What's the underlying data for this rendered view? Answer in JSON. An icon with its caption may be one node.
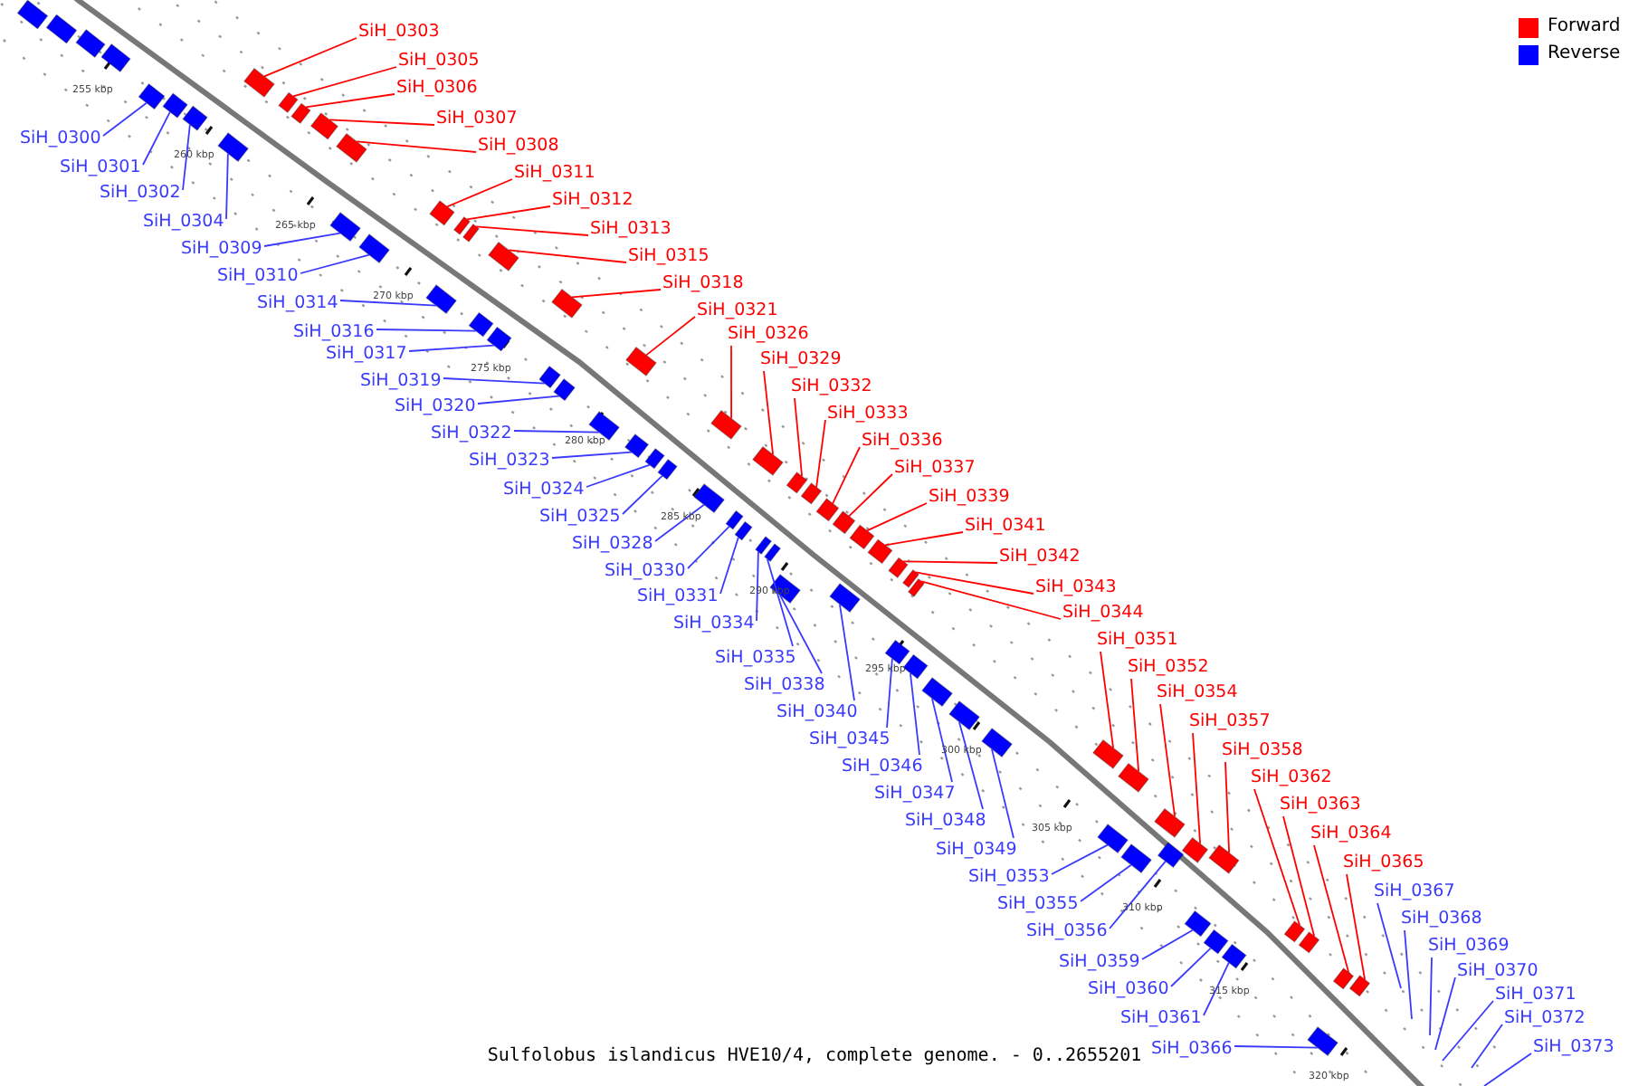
{
  "diagram": {
    "caption": "Sulfolobus islandicus HVE10/4, complete genome. - 0..2655201",
    "nodes": [
      {
        "text": [
          "SiH_0300"
        ]
      },
      {
        "text": [
          "SiH_0301"
        ]
      },
      {
        "text": [
          "SiH_0302"
        ]
      },
      {
        "text": [
          "SiH_0303"
        ]
      },
      {
        "text": [
          "SiH_0304"
        ]
      },
      {
        "text": [
          "SiH_0305"
        ]
      },
      {
        "text": [
          "SiH_0306"
        ]
      },
      {
        "text": [
          "SiH_0307"
        ]
      },
      {
        "text": [
          "SiH_0308"
        ]
      },
      {
        "text": [
          "SiH_0309"
        ]
      },
      {
        "text": [
          "SiH_0310"
        ]
      },
      {
        "text": [
          "SiH_0311"
        ]
      },
      {
        "text": [
          "SiH_0312"
        ]
      },
      {
        "text": [
          "SiH_0313"
        ]
      },
      {
        "text": [
          "SiH_0314"
        ]
      },
      {
        "text": [
          "SiH_0315"
        ]
      },
      {
        "text": [
          "SiH_0316"
        ]
      },
      {
        "text": [
          "SiH_0317"
        ]
      },
      {
        "text": [
          "SiH_0318"
        ]
      },
      {
        "text": [
          "SiH_0319"
        ]
      },
      {
        "text": [
          "SiH_0320"
        ]
      },
      {
        "text": [
          "SiH_0321"
        ]
      },
      {
        "text": [
          "SiH_0322"
        ]
      },
      {
        "text": [
          "SiH_0323"
        ]
      },
      {
        "text": [
          "SiH_0324"
        ]
      },
      {
        "text": [
          "SiH_0325"
        ]
      },
      {
        "text": [
          "SiH_0326"
        ]
      },
      {
        "text": [
          "SiH_0328"
        ]
      },
      {
        "text": [
          "SiH_0329"
        ]
      },
      {
        "text": [
          "SiH_0330"
        ]
      },
      {
        "text": [
          "SiH_0331"
        ]
      },
      {
        "text": [
          "SiH_0332"
        ]
      },
      {
        "text": [
          "SiH_0333"
        ]
      },
      {
        "text": [
          "SiH_0334"
        ]
      },
      {
        "text": [
          "SiH_0335"
        ]
      },
      {
        "text": [
          "SiH_0336"
        ]
      },
      {
        "text": [
          "SiH_0337"
        ]
      },
      {
        "text": [
          "SiH_0338"
        ]
      },
      {
        "text": [
          "SiH_0339"
        ]
      },
      {
        "text": [
          "SiH_0340"
        ]
      },
      {
        "text": [
          "SiH_0341"
        ]
      },
      {
        "text": [
          "SiH_0342"
        ]
      },
      {
        "text": [
          "SiH_0343"
        ]
      },
      {
        "text": [
          "SiH_0344"
        ]
      },
      {
        "text": [
          "SiH_0345"
        ]
      },
      {
        "text": [
          "SiH_0346"
        ]
      },
      {
        "text": [
          "SiH_0347"
        ]
      },
      {
        "text": [
          "SiH_0348"
        ]
      },
      {
        "text": [
          "SiH_0349"
        ]
      },
      {
        "text": [
          "SiH_0351"
        ]
      },
      {
        "text": [
          "SiH_0352"
        ]
      },
      {
        "text": [
          "SiH_0353"
        ]
      },
      {
        "text": [
          "SiH_0354"
        ]
      },
      {
        "text": [
          "SiH_0355"
        ]
      },
      {
        "text": [
          "SiH_0356"
        ]
      },
      {
        "text": [
          "SiH_0357"
        ]
      },
      {
        "text": [
          "SiH_0358"
        ]
      },
      {
        "text": [
          "SiH_0359"
        ]
      },
      {
        "text": [
          "SiH_0360"
        ]
      },
      {
        "text": [
          "SiH_0361"
        ]
      },
      {
        "text": [
          "SiH_0362"
        ]
      },
      {
        "text": [
          "SiH_0363"
        ]
      },
      {
        "text": [
          "SiH_0364"
        ]
      },
      {
        "text": [
          "SiH_0365"
        ]
      },
      {
        "text": [
          "SiH_0366"
        ]
      },
      {
        "text": [
          "SiH_0367"
        ]
      },
      {
        "text": [
          "SiH_0368"
        ]
      },
      {
        "text": [
          "SiH_0369"
        ]
      },
      {
        "text": [
          "SiH_0370"
        ]
      },
      {
        "text": [
          "SiH_0371"
        ]
      },
      {
        "text": [
          "SiH_0372"
        ]
      },
      {
        "text": [
          "SiH_0373"
        ]
      },
      {
        "text": [],
        "shape": "box"
      },
      {
        "text": [],
        "shape": "box"
      },
      {
        "text": [],
        "shape": "box"
      },
      {
        "text": [],
        "shape": "box"
      },
      {
        "text": [],
        "shape": "box"
      },
      {
        "text": [],
        "shape": "box"
      },
      {
        "text": [],
        "shape": "box"
      },
      {
        "text": [],
        "shape": "box"
      },
      {
        "text": [],
        "shape": "box"
      },
      {
        "text": [],
        "shape": "box"
      },
      {
        "text": [],
        "shape": "box"
      },
      {
        "text": [],
        "shape": "box"
      },
      {
        "text": [],
        "shape": "box"
      },
      {
        "text": [],
        "shape": "box"
      },
      {
        "text": [],
        "shape": "box"
      },
      {
        "text": [],
        "shape": "box"
      },
      {
        "text": [],
        "shape": "box"
      },
      {
        "text": [],
        "shape": "box"
      },
      {
        "text": [],
        "shape": "box"
      },
      {
        "text": [],
        "shape": "box"
      },
      {
        "text": [],
        "shape": "box"
      },
      {
        "text": [],
        "shape": "box"
      },
      {
        "text": [],
        "shape": "box"
      },
      {
        "text": [],
        "shape": "box"
      },
      {
        "text": [],
        "shape": "box"
      },
      {
        "text": [],
        "shape": "box"
      },
      {
        "text": [],
        "shape": "box"
      },
      {
        "text": [],
        "shape": "box"
      },
      {
        "text": [],
        "shape": "box"
      },
      {
        "text": [],
        "shape": "box"
      },
      {
        "text": [],
        "shape": "box"
      },
      {
        "text": [],
        "shape": "box"
      },
      {
        "text": [],
        "shape": "box"
      },
      {
        "text": [],
        "shape": "box"
      },
      {
        "text": [],
        "shape": "box"
      },
      {
        "text": [],
        "shape": "box"
      },
      {
        "text": [],
        "shape": "box"
      },
      {
        "text": [],
        "shape": "box"
      },
      {
        "text": [],
        "shape": "box"
      },
      {
        "text": [],
        "shape": "box"
      },
      {
        "text": [],
        "shape": "box"
      },
      {
        "text": [],
        "shape": "box"
      },
      {
        "text": [],
        "shape": "box"
      },
      {
        "text": [],
        "shape": "box"
      },
      {
        "text": [],
        "shape": "box"
      },
      {
        "text": [],
        "shape": "box"
      },
      {
        "text": [],
        "shape": "box"
      },
      {
        "text": [],
        "shape": "box"
      },
      {
        "text": [],
        "shape": "box"
      },
      {
        "text": [],
        "shape": "box"
      },
      {
        "text": [],
        "shape": "box"
      },
      {
        "text": [],
        "shape": "box"
      },
      {
        "text": [],
        "shape": "box"
      },
      {
        "text": [],
        "shape": "box"
      },
      {
        "text": [],
        "shape": "box"
      },
      {
        "text": [],
        "shape": "box"
      },
      {
        "text": [],
        "shape": "box"
      },
      {
        "text": [],
        "shape": "box"
      },
      {
        "text": [],
        "shape": "box"
      },
      {
        "text": [],
        "shape": "box"
      },
      {
        "text": [],
        "shape": "box"
      },
      {
        "text": [],
        "shape": "box"
      },
      {
        "text": [],
        "shape": "box"
      },
      {
        "text": [],
        "shape": "box"
      },
      {
        "text": [],
        "shape": "box"
      },
      {
        "text": [],
        "shape": "box"
      },
      {
        "text": [],
        "shape": "box"
      },
      {
        "text": [],
        "shape": "box"
      },
      {
        "text": [],
        "shape": "box"
      }
    ],
    "edges": [
      {
        "from": 0,
        "to": 76,
        "arrow": "none"
      },
      {
        "from": 1,
        "to": 77,
        "arrow": "none"
      },
      {
        "from": 2,
        "to": 78,
        "arrow": "none"
      },
      {
        "from": 3,
        "to": 79,
        "arrow": "none",
        "color": "#ff0000"
      },
      {
        "from": 4,
        "to": 80,
        "arrow": "none"
      },
      {
        "from": 5,
        "to": 81,
        "arrow": "none",
        "color": "#ff0000"
      },
      {
        "from": 6,
        "to": 82,
        "arrow": "none",
        "color": "#ff0000"
      },
      {
        "from": 7,
        "to": 83,
        "arrow": "none",
        "color": "#ff0000"
      },
      {
        "from": 8,
        "to": 84,
        "arrow": "none",
        "color": "#ff0000"
      },
      {
        "from": 9,
        "to": 85,
        "arrow": "none"
      },
      {
        "from": 10,
        "to": 86,
        "arrow": "none"
      },
      {
        "from": 11,
        "to": 87,
        "arrow": "none",
        "color": "#ff0000"
      },
      {
        "from": 12,
        "to": 88,
        "arrow": "none",
        "color": "#ff0000"
      },
      {
        "from": 13,
        "to": 89,
        "arrow": "none",
        "color": "#ff0000"
      },
      {
        "from": 14,
        "to": 90,
        "arrow": "none"
      },
      {
        "from": 15,
        "to": 91,
        "arrow": "none",
        "color": "#ff0000"
      },
      {
        "from": 16,
        "to": 92,
        "arrow": "none"
      },
      {
        "from": 17,
        "to": 93,
        "arrow": "none"
      },
      {
        "from": 18,
        "to": 94,
        "arrow": "none",
        "color": "#ff0000"
      },
      {
        "from": 19,
        "to": 95,
        "arrow": "none"
      },
      {
        "from": 20,
        "to": 96,
        "arrow": "none"
      },
      {
        "from": 21,
        "to": 97,
        "arrow": "none",
        "color": "#ff0000"
      },
      {
        "from": 22,
        "to": 98,
        "arrow": "none"
      },
      {
        "from": 23,
        "to": 99,
        "arrow": "none"
      },
      {
        "from": 24,
        "to": 100,
        "arrow": "none"
      },
      {
        "from": 25,
        "to": 101,
        "arrow": "none"
      },
      {
        "from": 26,
        "to": 102,
        "arrow": "none",
        "color": "#ff0000"
      },
      {
        "from": 27,
        "to": 103,
        "arrow": "none"
      },
      {
        "from": 28,
        "to": 104,
        "arrow": "none",
        "color": "#ff0000"
      },
      {
        "from": 29,
        "to": 105,
        "arrow": "none"
      },
      {
        "from": 30,
        "to": 106,
        "arrow": "none"
      },
      {
        "from": 31,
        "to": 107,
        "arrow": "none",
        "color": "#ff0000"
      },
      {
        "from": 32,
        "to": 108,
        "arrow": "none",
        "color": "#ff0000"
      },
      {
        "from": 33,
        "to": 109,
        "arrow": "none"
      },
      {
        "from": 34,
        "to": 110,
        "arrow": "none"
      },
      {
        "from": 35,
        "to": 111,
        "arrow": "none",
        "color": "#ff0000"
      },
      {
        "from": 36,
        "to": 112,
        "arrow": "none",
        "color": "#ff0000"
      },
      {
        "from": 37,
        "to": 113,
        "arrow": "none"
      },
      {
        "from": 38,
        "to": 114,
        "arrow": "none",
        "color": "#ff0000"
      },
      {
        "from": 39,
        "to": 115,
        "arrow": "none"
      },
      {
        "from": 40,
        "to": 116,
        "arrow": "none",
        "color": "#ff0000"
      },
      {
        "from": 41,
        "to": 117,
        "arrow": "none",
        "color": "#ff0000"
      },
      {
        "from": 42,
        "to": 118,
        "arrow": "none",
        "color": "#ff0000"
      },
      {
        "from": 43,
        "to": 119,
        "arrow": "none",
        "color": "#ff0000"
      },
      {
        "from": 44,
        "to": 120,
        "arrow": "none"
      },
      {
        "from": 45,
        "to": 121,
        "arrow": "none"
      },
      {
        "from": 46,
        "to": 122,
        "arrow": "none"
      },
      {
        "from": 47,
        "to": 123,
        "arrow": "none"
      },
      {
        "from": 48,
        "to": 124,
        "arrow": "none"
      },
      {
        "from": 49,
        "to": 125,
        "arrow": "none",
        "color": "#ff0000"
      },
      {
        "from": 50,
        "to": 126,
        "arrow": "none",
        "color": "#ff0000"
      },
      {
        "from": 51,
        "to": 127,
        "arrow": "none"
      },
      {
        "from": 52,
        "to": 128,
        "arrow": "none",
        "color": "#ff0000"
      },
      {
        "from": 53,
        "to": 129,
        "arrow": "none"
      },
      {
        "from": 54,
        "to": 130,
        "arrow": "none"
      },
      {
        "from": 55,
        "to": 131,
        "arrow": "none",
        "color": "#ff0000"
      },
      {
        "from": 56,
        "to": 132,
        "arrow": "none",
        "color": "#ff0000"
      },
      {
        "from": 57,
        "to": 133,
        "arrow": "none"
      },
      {
        "from": 58,
        "to": 134,
        "arrow": "none"
      },
      {
        "from": 59,
        "to": 135,
        "arrow": "none"
      },
      {
        "from": 60,
        "to": 136,
        "arrow": "none",
        "color": "#ff0000"
      },
      {
        "from": 61,
        "to": 137,
        "arrow": "none",
        "color": "#ff0000"
      },
      {
        "from": 62,
        "to": 138,
        "arrow": "none",
        "color": "#ff0000"
      },
      {
        "from": 63,
        "to": 139,
        "arrow": "none",
        "color": "#ff0000"
      },
      {
        "from": 64,
        "to": 140,
        "arrow": "none"
      },
      {
        "from": 65,
        "to": null,
        "arrow": "none"
      },
      {
        "from": 66,
        "to": null,
        "arrow": "none"
      },
      {
        "from": 67,
        "to": null,
        "arrow": "none"
      },
      {
        "from": 68,
        "to": null,
        "arrow": "none"
      },
      {
        "from": 69,
        "to": null,
        "arrow": "none"
      },
      {
        "from": 70,
        "to": null,
        "arrow": "none"
      },
      {
        "from": 71,
        "to": null,
        "arrow": "none"
      }
    ],
    "labels": [
      "255 kbp",
      "260 kbp",
      "265 kbp",
      "270 kbp",
      "275 kbp",
      "280 kbp",
      "285 kbp",
      "290 kbp",
      "295 kbp",
      "300 kbp",
      "305 kbp",
      "310 kbp",
      "315 kbp",
      "320 kbp"
    ],
    "legend": [
      {
        "text": "Forward",
        "color": "#ff0000"
      },
      {
        "text": "Reverse",
        "color": "#0000ff"
      }
    ]
  }
}
